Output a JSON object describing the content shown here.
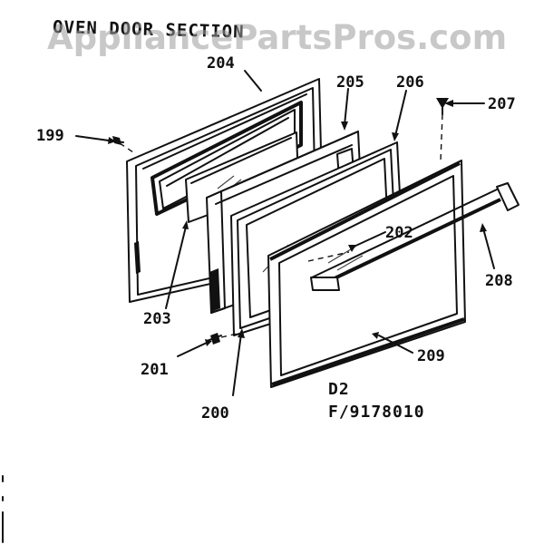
{
  "title": "OVEN DOOR SECTION",
  "watermark": "AppliancePartsPros.com",
  "reference": {
    "model_line": "D2",
    "figure_line": "F/9178010"
  },
  "callouts": [
    "199",
    "200",
    "201",
    "202",
    "203",
    "204",
    "205",
    "206",
    "207",
    "208",
    "209"
  ]
}
